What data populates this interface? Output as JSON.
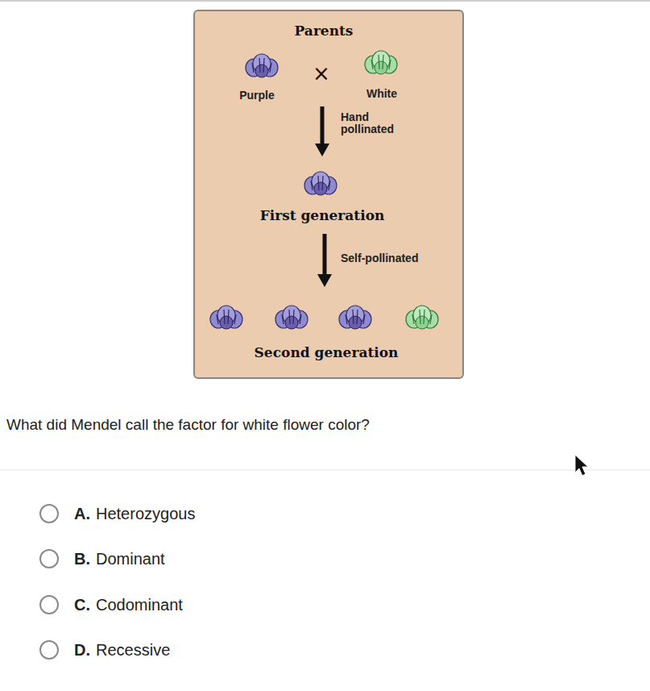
{
  "diagram": {
    "nodes": [
      {
        "text": [
          "Parents",
          "×",
          "Purple",
          "White",
          "Hand pollinated",
          "First generation",
          "Self-pollinated",
          "Second generation"
        ]
      }
    ],
    "labels": [
      "What did Mendel call the factor for white flower color?",
      "A.",
      "Heterozygous",
      "B.",
      "Dominant",
      "C.",
      "Codominant",
      "D.",
      "Recessive"
    ]
  }
}
